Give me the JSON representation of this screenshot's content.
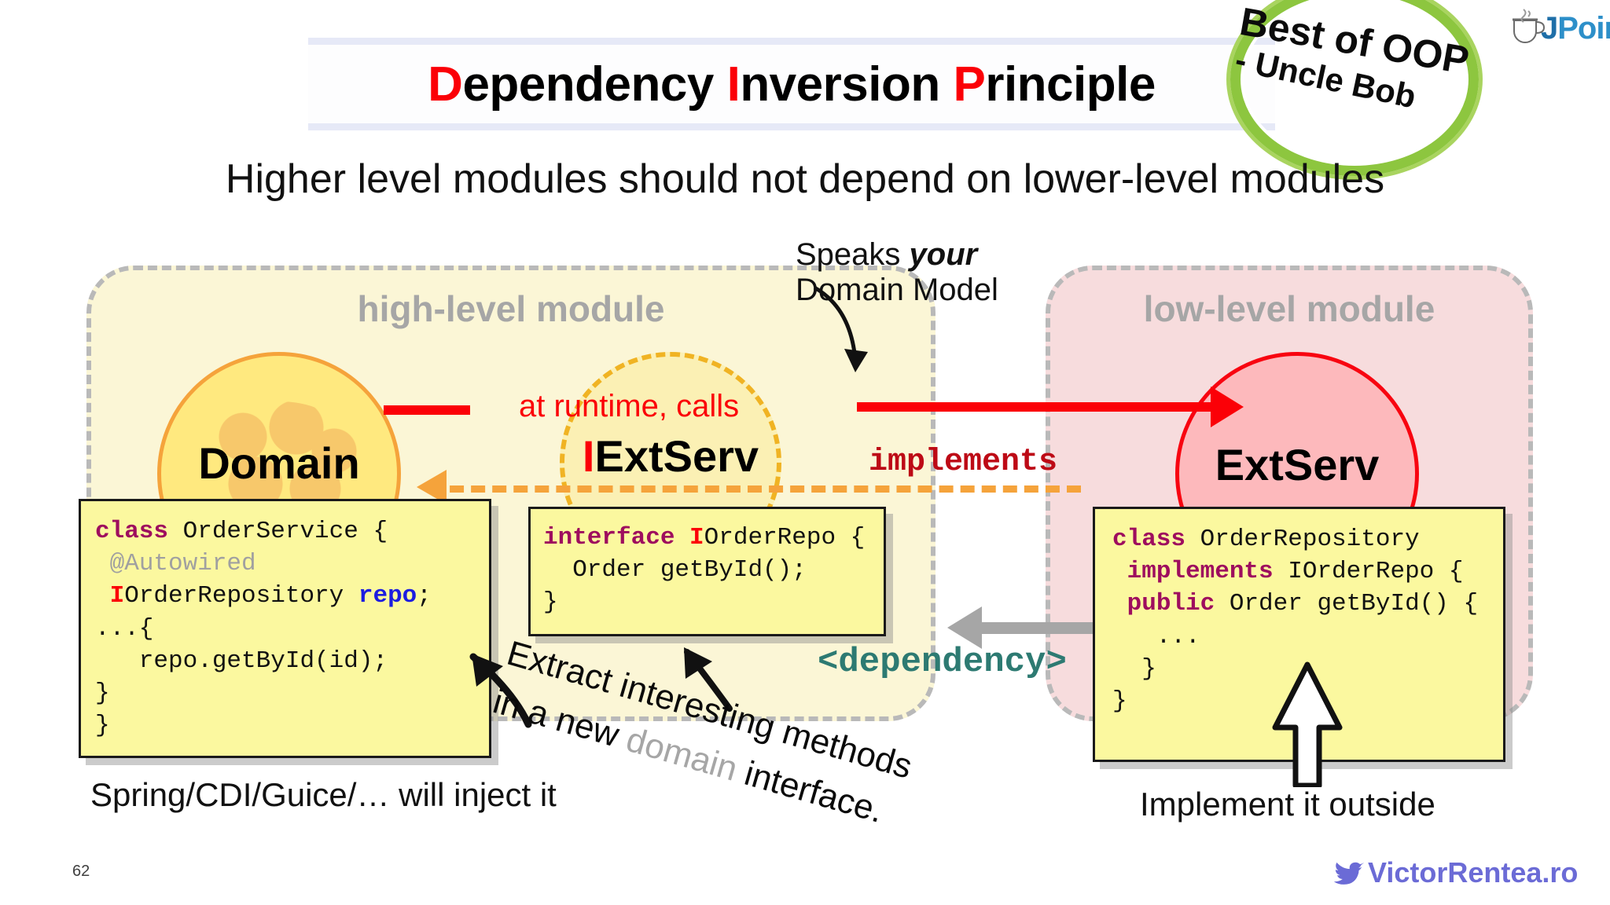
{
  "slide": {
    "title": {
      "full": "Dependency Inversion Principle",
      "part1_hl": "D",
      "part1_rest": "ependency ",
      "part2_hl": "I",
      "part2_rest": "nversion ",
      "part3_hl": "P",
      "part3_rest": "rinciple"
    },
    "badge": {
      "line1": "Best of OOP",
      "line2": "- Uncle Bob",
      "ring_color": "#8DC63F"
    },
    "logo": {
      "name_j": "J",
      "name_point": "Point",
      "color": "#1F6FA8"
    },
    "subtitle": "Higher level modules should not depend on lower-level modules",
    "page_number": "62",
    "footer": {
      "brand": "VictorRentea.ro",
      "icon": "twitter-bird-icon",
      "color": "#6B6BD6"
    }
  },
  "modules": {
    "high": {
      "label": "high-level module",
      "fill": "#FBF6D6",
      "border": "#B9B9B9"
    },
    "low": {
      "label": "low-level module",
      "fill": "#F7DCDD",
      "border": "#B9B9B9"
    }
  },
  "nodes": {
    "domain": {
      "title": "Domain",
      "fill": "#FFE97F",
      "stroke": "#F5A33B"
    },
    "iextserv": {
      "title_i": "I",
      "title_rest": "ExtServ",
      "fill": "#FBF0B4",
      "stroke": "#F0B323"
    },
    "extserv": {
      "title": "ExtServ",
      "fill": "#FDB9BC",
      "stroke": "#F80410"
    }
  },
  "annotations": {
    "runtime_calls": "at runtime, calls",
    "implements": "implements",
    "dependency": "<dependency>",
    "speaks_line1_a": "Speaks ",
    "speaks_line1_b": "your",
    "speaks_line2": "Domain Model",
    "extract_line1": "Extract interesting methods",
    "extract_line2_a": "in a new ",
    "extract_line2_b": "domain",
    "extract_line2_c": " interface.",
    "caption_left": "Spring/CDI/Guice/… will inject it",
    "caption_right": "Implement it outside"
  },
  "code": {
    "left": {
      "l1_kw": "class",
      "l1_rest": " OrderService {",
      "l2_ann": "@Autowired",
      "l3_i": "I",
      "l3_type": "OrderRepository ",
      "l3_var": "repo",
      "l3_end": ";",
      "l4": "...{",
      "l5": "   repo.getById(id);",
      "l6": "}",
      "l7": "}"
    },
    "mid": {
      "l1_kw": "interface",
      "l1_i": "I",
      "l1_rest": "OrderRepo {",
      "l2": "  Order getById();",
      "l3": "}"
    },
    "right": {
      "l1_kw": "class",
      "l1_rest": " OrderRepository",
      "l2_kw": "implements",
      "l2_rest": " IOrderRepo {",
      "l3": "",
      "l4_kw": "public",
      "l4_rest": " Order getById() {",
      "l5": "   ...",
      "l6": "  }",
      "l7": "}"
    }
  }
}
